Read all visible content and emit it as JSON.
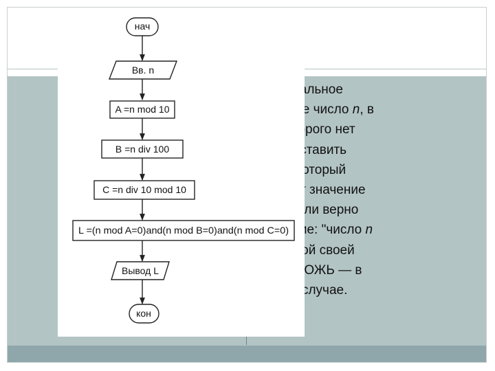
{
  "flowchart": {
    "start": "нач",
    "input": "Вв. n",
    "step_a": "A =n mod 10",
    "step_b": "B =n div 100",
    "step_c": "C =n div 10 mod 10",
    "step_l": "L =(n mod A=0)and(n mod B=0)and(n mod C=0)",
    "output": "Вывод L",
    "end": "кон"
  },
  "task_text": {
    "line1": "но натуральное",
    "line2": "ехзначное число ",
    "line2_var": "n",
    "line2_end": ", в",
    "line3": "писи которого нет",
    "line4": "улей. Составить",
    "line5": "горитм, который",
    "line6": "звращает значение",
    "line7": "ТИНА, если верно",
    "line8": "верждение: \"число ",
    "line8_var": "n",
    "line9": "тно каждой своей",
    "line10": "фре\", и ЛОЖЬ — в",
    "line11": "ативном случае."
  },
  "colors": {
    "panel_background": "#b3c4c4",
    "bottom_bar": "#8fa7aa"
  }
}
